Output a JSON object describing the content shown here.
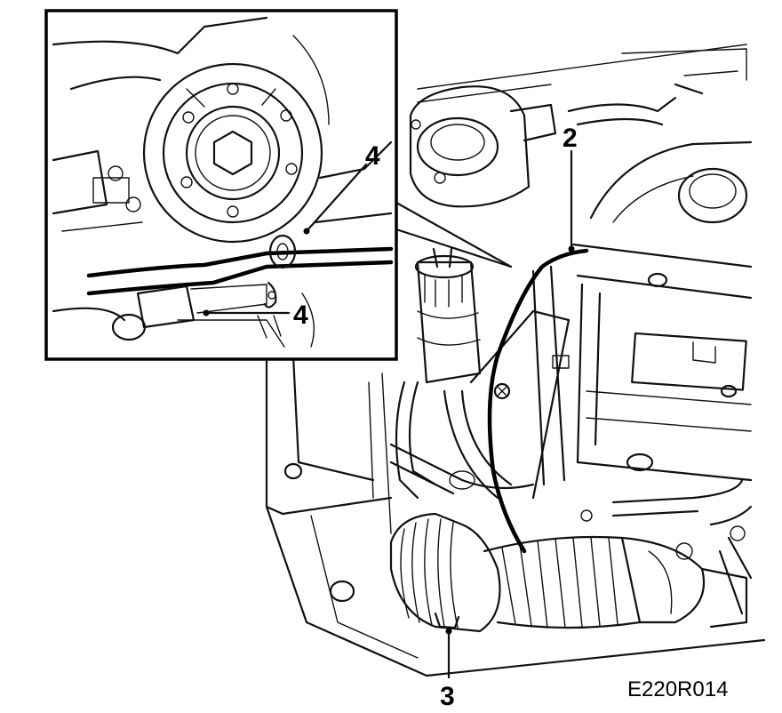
{
  "callouts": {
    "label_2": "2",
    "label_3": "3",
    "label_4_upper": "4",
    "label_4_lower": "4"
  },
  "figure_code": "E220R014",
  "colors": {
    "ink": "#000000",
    "paper": "#ffffff"
  }
}
